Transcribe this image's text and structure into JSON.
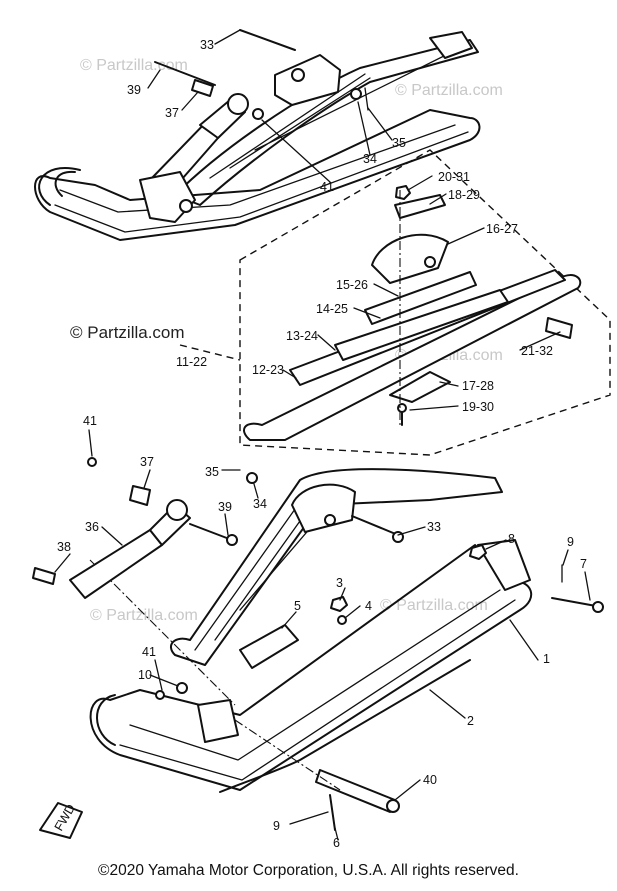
{
  "watermarks": {
    "main": "© Partzilla.com",
    "faint": "© Partzilla.com"
  },
  "footer": {
    "copyright": "©2020 Yamaha Motor Corporation, U.S.A. All rights reserved."
  },
  "badge": {
    "fwd": "FWD"
  },
  "callouts": [
    {
      "id": "c33a",
      "text": "33"
    },
    {
      "id": "c39a",
      "text": "39"
    },
    {
      "id": "c37a",
      "text": "37"
    },
    {
      "id": "c35a",
      "text": "35"
    },
    {
      "id": "c34a",
      "text": "34"
    },
    {
      "id": "c41a",
      "text": "41"
    },
    {
      "id": "c2031",
      "text": "20-31"
    },
    {
      "id": "c1829",
      "text": "18-29"
    },
    {
      "id": "c1627",
      "text": "16-27"
    },
    {
      "id": "c1526",
      "text": "15-26"
    },
    {
      "id": "c1425",
      "text": "14-25"
    },
    {
      "id": "c1324",
      "text": "13-24"
    },
    {
      "id": "c2132",
      "text": "21-32"
    },
    {
      "id": "c1223",
      "text": "12-23"
    },
    {
      "id": "c1122",
      "text": "11-22"
    },
    {
      "id": "c1728",
      "text": "17-28"
    },
    {
      "id": "c1930",
      "text": "19-30"
    },
    {
      "id": "c41b",
      "text": "41"
    },
    {
      "id": "c37b",
      "text": "37"
    },
    {
      "id": "c35b",
      "text": "35"
    },
    {
      "id": "c34b",
      "text": "34"
    },
    {
      "id": "c39b",
      "text": "39"
    },
    {
      "id": "c33b",
      "text": "33"
    },
    {
      "id": "c36",
      "text": "36"
    },
    {
      "id": "c38",
      "text": "38"
    },
    {
      "id": "c8",
      "text": "8"
    },
    {
      "id": "c9a",
      "text": "9"
    },
    {
      "id": "c7",
      "text": "7"
    },
    {
      "id": "c3",
      "text": "3"
    },
    {
      "id": "c4",
      "text": "4"
    },
    {
      "id": "c5",
      "text": "5"
    },
    {
      "id": "c1",
      "text": "1"
    },
    {
      "id": "c41c",
      "text": "41"
    },
    {
      "id": "c10",
      "text": "10"
    },
    {
      "id": "c2",
      "text": "2"
    },
    {
      "id": "c40",
      "text": "40"
    },
    {
      "id": "c9b",
      "text": "9"
    },
    {
      "id": "c6",
      "text": "6"
    }
  ]
}
